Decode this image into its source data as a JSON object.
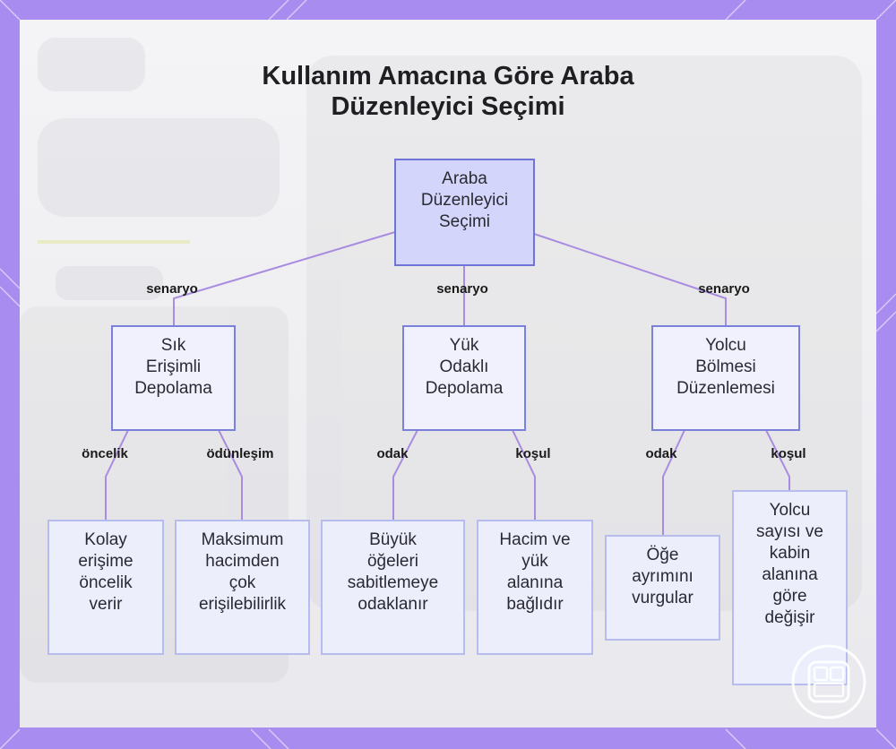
{
  "title": [
    "Kullanım Amacına Göre Araba",
    "Düzenleyici Seçimi"
  ],
  "colors": {
    "frame": "#a98cf0",
    "edge": "#a98ce0",
    "root_fill": "#d3d5fb",
    "root_stroke": "#6f74d6",
    "mid_fill": "#f0f1fd",
    "mid_stroke": "#7b80da",
    "leaf_fill": "#eceefb",
    "leaf_stroke": "#b7bcef"
  },
  "nodes": [
    {
      "id": "root",
      "level": "root",
      "lines": [
        "Araba",
        "Düzenleyici",
        "Seçimi"
      ]
    },
    {
      "id": "n1",
      "level": "mid",
      "lines": [
        "Sık",
        "Erişimli",
        "Depolama"
      ]
    },
    {
      "id": "n2",
      "level": "mid",
      "lines": [
        "Yük",
        "Odaklı",
        "Depolama"
      ]
    },
    {
      "id": "n3",
      "level": "mid",
      "lines": [
        "Yolcu",
        "Bölmesi",
        "Düzenlemesi"
      ]
    },
    {
      "id": "l1",
      "level": "leaf",
      "lines": [
        "Kolay",
        "erişime",
        "öncelik",
        "verir"
      ]
    },
    {
      "id": "l2",
      "level": "leaf",
      "lines": [
        "Maksimum",
        "hacimden",
        "çok",
        "erişilebilirlik"
      ]
    },
    {
      "id": "l3",
      "level": "leaf",
      "lines": [
        "Büyük",
        "öğeleri",
        "sabitlemeye",
        "odaklanır"
      ]
    },
    {
      "id": "l4",
      "level": "leaf",
      "lines": [
        "Hacim ve",
        "yük",
        "alanına",
        "bağlıdır"
      ]
    },
    {
      "id": "l5",
      "level": "leaf",
      "lines": [
        "Öğe",
        "ayrımını",
        "vurgular"
      ]
    },
    {
      "id": "l6",
      "level": "leaf",
      "lines": [
        "Yolcu",
        "sayısı ve",
        "kabin",
        "alanına",
        "göre",
        "değişir"
      ]
    }
  ],
  "edges": [
    {
      "from": "root",
      "to": "n1",
      "label": "senaryo"
    },
    {
      "from": "root",
      "to": "n2",
      "label": "senaryo"
    },
    {
      "from": "root",
      "to": "n3",
      "label": "senaryo"
    },
    {
      "from": "n1",
      "to": "l1",
      "label": "öncelik"
    },
    {
      "from": "n1",
      "to": "l2",
      "label": "ödünleşim"
    },
    {
      "from": "n2",
      "to": "l3",
      "label": "odak"
    },
    {
      "from": "n2",
      "to": "l4",
      "label": "koşul"
    },
    {
      "from": "n3",
      "to": "l5",
      "label": "odak"
    },
    {
      "from": "n3",
      "to": "l6",
      "label": "koşul"
    }
  ]
}
